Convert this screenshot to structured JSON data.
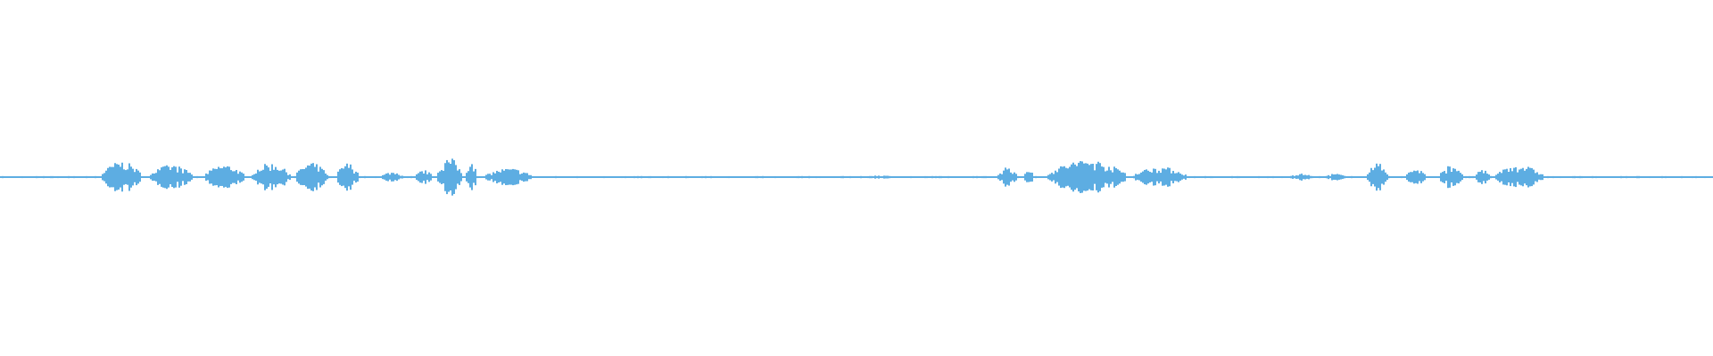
{
  "chart_data": {
    "type": "area",
    "subtype": "audio-waveform",
    "color": "#5dade2",
    "background": "#ffffff",
    "amplitude_range": [
      -1,
      1
    ],
    "baseline_amplitude": 0.004,
    "segments_time_fraction_and_peak": [
      [
        0.059,
        0.082,
        0.09
      ],
      [
        0.087,
        0.112,
        0.07
      ],
      [
        0.119,
        0.142,
        0.07
      ],
      [
        0.146,
        0.169,
        0.08
      ],
      [
        0.172,
        0.191,
        0.08
      ],
      [
        0.196,
        0.209,
        0.08
      ],
      [
        0.222,
        0.235,
        0.03
      ],
      [
        0.242,
        0.252,
        0.04
      ],
      [
        0.255,
        0.269,
        0.11
      ],
      [
        0.271,
        0.278,
        0.09
      ],
      [
        0.283,
        0.31,
        0.05
      ],
      [
        0.503,
        0.523,
        0.01
      ],
      [
        0.582,
        0.593,
        0.06
      ],
      [
        0.597,
        0.603,
        0.05
      ],
      [
        0.611,
        0.657,
        0.1
      ],
      [
        0.661,
        0.692,
        0.06
      ],
      [
        0.752,
        0.766,
        0.02
      ],
      [
        0.773,
        0.785,
        0.02
      ],
      [
        0.797,
        0.81,
        0.08
      ],
      [
        0.82,
        0.832,
        0.05
      ],
      [
        0.84,
        0.854,
        0.07
      ],
      [
        0.861,
        0.869,
        0.05
      ],
      [
        0.872,
        0.9,
        0.07
      ]
    ]
  }
}
